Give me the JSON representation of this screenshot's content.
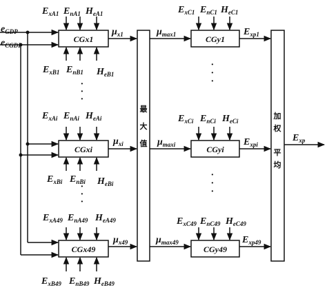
{
  "inputs": {
    "gdp": {
      "main": "e",
      "sub": "GDP"
    },
    "cgdp": {
      "main": "e",
      "sub": "CGDP"
    }
  },
  "rows": [
    {
      "cgx": "CGx1",
      "cgy": "CGy1",
      "mu": {
        "main": "μ",
        "sub": "x1"
      },
      "mumax": {
        "main": "μ",
        "sub": "max1"
      },
      "exp": {
        "main": "E",
        "sub": "xp1"
      },
      "a_top": [
        {
          "main": "E",
          "sub": "xA1"
        },
        {
          "main": "E",
          "sub": "nA1"
        },
        {
          "main": "H",
          "sub": "eA1"
        }
      ],
      "a_bot": [
        {
          "main": "E",
          "sub": "xB1"
        },
        {
          "main": "E",
          "sub": "nB1"
        },
        {
          "main": "H",
          "sub": "eB1"
        }
      ],
      "c_top": [
        {
          "main": "E",
          "sub": "xC1"
        },
        {
          "main": "E",
          "sub": "nC1"
        },
        {
          "main": "H",
          "sub": "eC1"
        }
      ]
    },
    {
      "cgx": "CGxi",
      "cgy": "CGyi",
      "mu": {
        "main": "μ",
        "sub": "xi"
      },
      "mumax": {
        "main": "μ",
        "sub": "maxi"
      },
      "exp": {
        "main": "E",
        "sub": "xpi"
      },
      "a_top": [
        {
          "main": "E",
          "sub": "xAi"
        },
        {
          "main": "E",
          "sub": "nAi"
        },
        {
          "main": "H",
          "sub": "eAi"
        }
      ],
      "a_bot": [
        {
          "main": "E",
          "sub": "xBi"
        },
        {
          "main": "E",
          "sub": "nBi"
        },
        {
          "main": "H",
          "sub": "eBi"
        }
      ],
      "c_top": [
        {
          "main": "E",
          "sub": "xCi"
        },
        {
          "main": "E",
          "sub": "nCi"
        },
        {
          "main": "H",
          "sub": "eCi"
        }
      ]
    },
    {
      "cgx": "CGx49",
      "cgy": "CGy49",
      "mu": {
        "main": "μ",
        "sub": "x49"
      },
      "mumax": {
        "main": "μ",
        "sub": "max49"
      },
      "exp": {
        "main": "E",
        "sub": "xp49"
      },
      "a_top": [
        {
          "main": "E",
          "sub": "xA49"
        },
        {
          "main": "E",
          "sub": "nA49"
        },
        {
          "main": "H",
          "sub": "eA49"
        }
      ],
      "a_bot": [
        {
          "main": "E",
          "sub": "xB49"
        },
        {
          "main": "E",
          "sub": "nB49"
        },
        {
          "main": "H",
          "sub": "eB49"
        }
      ],
      "c_top": [
        {
          "main": "E",
          "sub": "xC49"
        },
        {
          "main": "E",
          "sub": "nC49"
        },
        {
          "main": "H",
          "sub": "eC49"
        }
      ]
    }
  ],
  "max_block": [
    "最",
    "大",
    "值"
  ],
  "avg_block": [
    "加",
    "权",
    "平",
    "均"
  ],
  "output": {
    "main": "E",
    "sub": "xp"
  },
  "ellipsis": "·"
}
